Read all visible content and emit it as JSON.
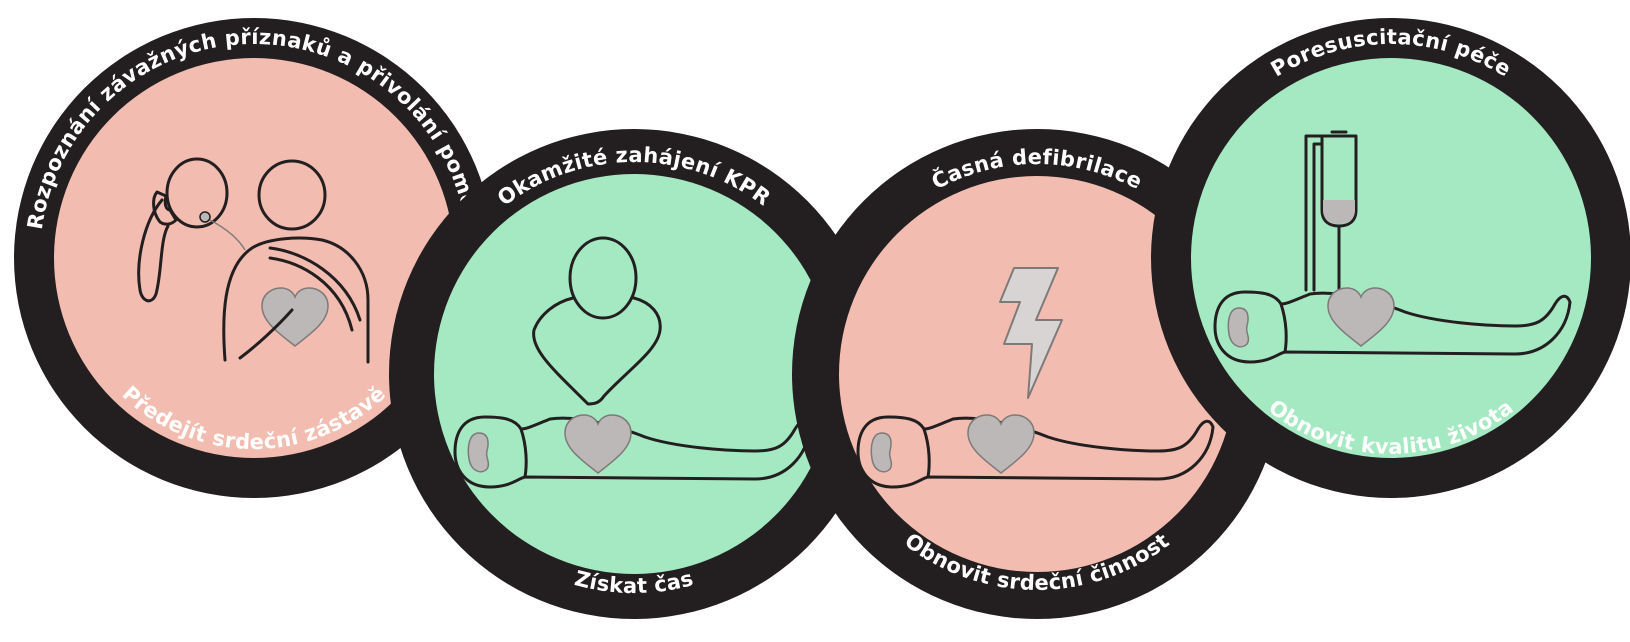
{
  "colors": {
    "ring": "#231f20",
    "pink": "#f2bdb0",
    "green": "#a5e9c3",
    "heart": "#bdb8b8"
  },
  "links": [
    {
      "top_label": "Rozpoznání závažných příznaků a přivolání pomoci",
      "bottom_label": "Předejít srdeční zástavě",
      "icon": "phone-call-icon"
    },
    {
      "top_label": "Okamžité zahájení KPR",
      "bottom_label": "Získat čas",
      "icon": "cpr-compressions-icon"
    },
    {
      "top_label": "Časná defibrilace",
      "bottom_label": "Obnovit srdeční činnost",
      "icon": "defibrillation-bolt-icon"
    },
    {
      "top_label": "Poresuscitační péče",
      "bottom_label": "Obnovit kvalitu života",
      "icon": "iv-drip-patient-icon"
    }
  ]
}
